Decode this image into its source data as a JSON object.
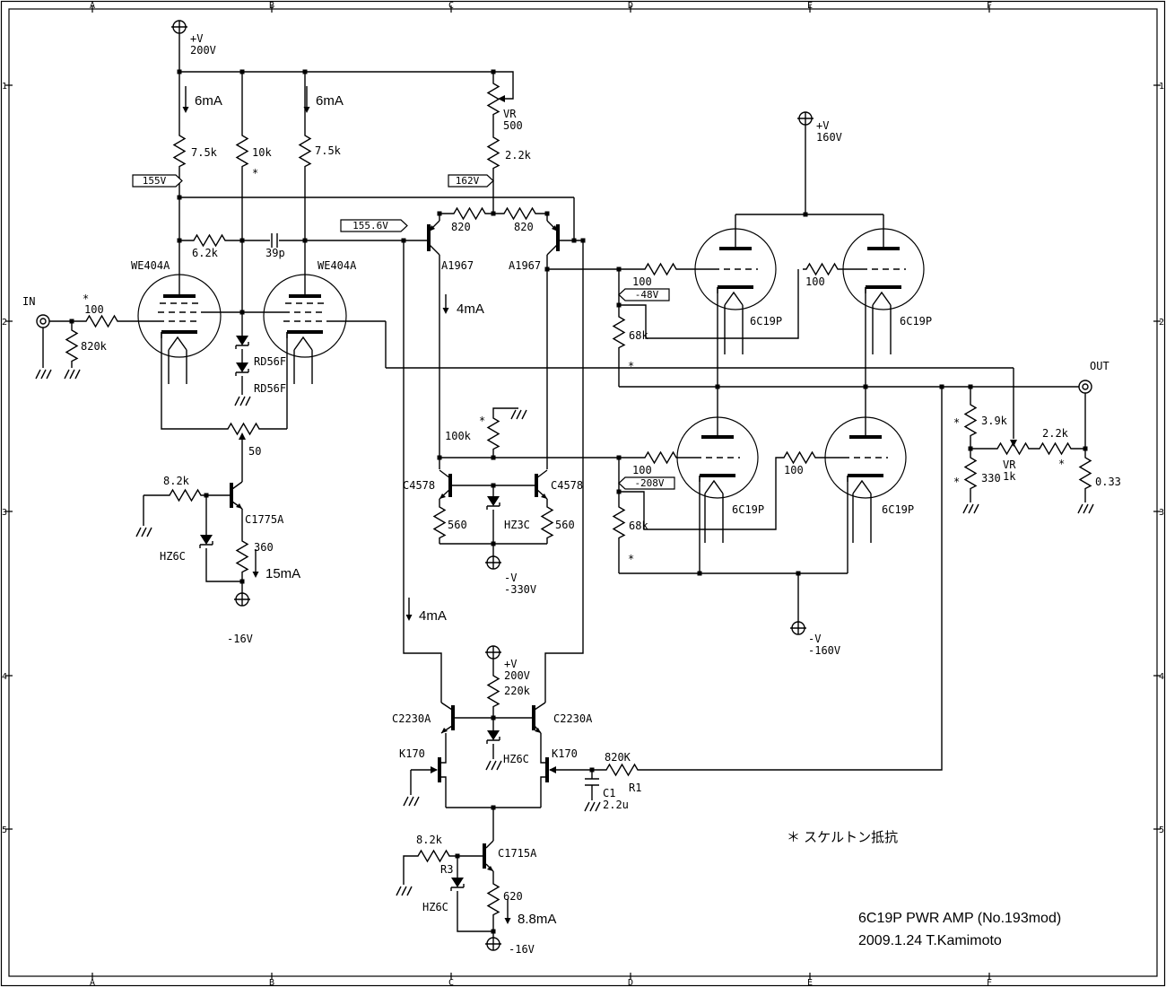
{
  "frame": {
    "cols": [
      "A",
      "B",
      "C",
      "D",
      "E",
      "F"
    ],
    "rows": [
      "1",
      "2",
      "3",
      "4",
      "5"
    ]
  },
  "title_block": {
    "title": "6C19P PWR AMP (No.193mod)",
    "date_author": "2009.1.24  T.Kamimoto",
    "note": "＊ スケルトン抵抗"
  },
  "ports": {
    "in": "IN",
    "out": "OUT"
  },
  "flags": {
    "v155": "155V",
    "v162": "162V",
    "v1556": "155.6V",
    "vm48": "-48V",
    "vm208": "-208V"
  },
  "L": {
    "pv": "+V",
    "nv": "-V",
    "v200": "200V",
    "v160": "160V",
    "v330": "-330V",
    "v160n": "-160V",
    "vm16": "-16V",
    "i6": "6mA",
    "i4": "4mA",
    "i15": "15mA",
    "i88": "8.8mA",
    "r75": "7.5k",
    "r10k": "10k",
    "vr": "VR",
    "v500": "500",
    "r22": "2.2k",
    "r62": "6.2k",
    "c39p": "39p",
    "we404a": "WE404A",
    "ast": "*",
    "r100": "100",
    "r820k": "820k",
    "rd56f": "RD56F",
    "a1967": "A1967",
    "r820": "820",
    "r50": "50",
    "c1775a": "C1775A",
    "r82k": "8.2k",
    "hz6c": "HZ6C",
    "r360": "360",
    "r100k": "100k",
    "c4578": "C4578",
    "r560": "560",
    "hz3c": "HZ3C",
    "r68k": "68k",
    "t6c19p": "6C19P",
    "r39k": "3.9k",
    "r330": "330",
    "v1k": "1k",
    "r033": "0.33",
    "r220k": "220k",
    "c2230a": "C2230A",
    "k170": "K170",
    "r820K": "820K",
    "r1": "R1",
    "c1": "C1",
    "c22u": "2.2u",
    "r3": "R3",
    "c1715a": "C1715A",
    "r620": "620"
  }
}
